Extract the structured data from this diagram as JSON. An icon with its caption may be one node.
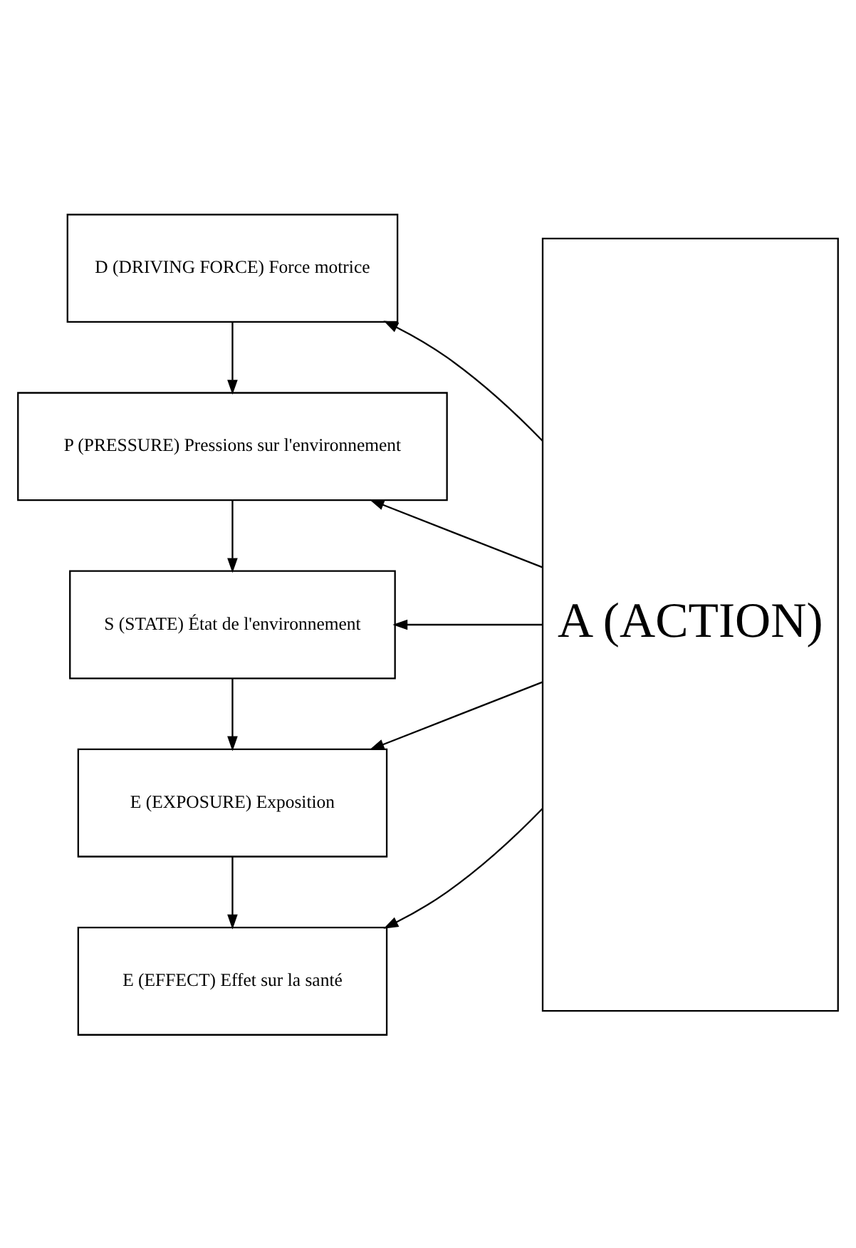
{
  "diagram": {
    "nodes": [
      {
        "text": [
          "D (DRIVING FORCE) Force motrice"
        ]
      },
      {
        "text": [
          "P (PRESSURE) Pressions sur l'environnement"
        ]
      },
      {
        "text": [
          "S (STATE) État de l'environnement"
        ]
      },
      {
        "text": [
          "E (EXPOSURE) Exposition"
        ]
      },
      {
        "text": [
          "E (EFFECT) Effet sur la santé"
        ]
      },
      {
        "text": [
          "A (ACTION)"
        ]
      }
    ],
    "edges": [
      {
        "from": 0,
        "to": 1,
        "arrow": "to"
      },
      {
        "from": 1,
        "to": 2,
        "arrow": "to"
      },
      {
        "from": 2,
        "to": 3,
        "arrow": "to"
      },
      {
        "from": 3,
        "to": 4,
        "arrow": "to"
      },
      {
        "from": 5,
        "to": 0,
        "arrow": "to"
      },
      {
        "from": 5,
        "to": 1,
        "arrow": "to"
      },
      {
        "from": 5,
        "to": 2,
        "arrow": "to"
      },
      {
        "from": 5,
        "to": 3,
        "arrow": "to"
      },
      {
        "from": 5,
        "to": 4,
        "arrow": "to"
      }
    ]
  }
}
